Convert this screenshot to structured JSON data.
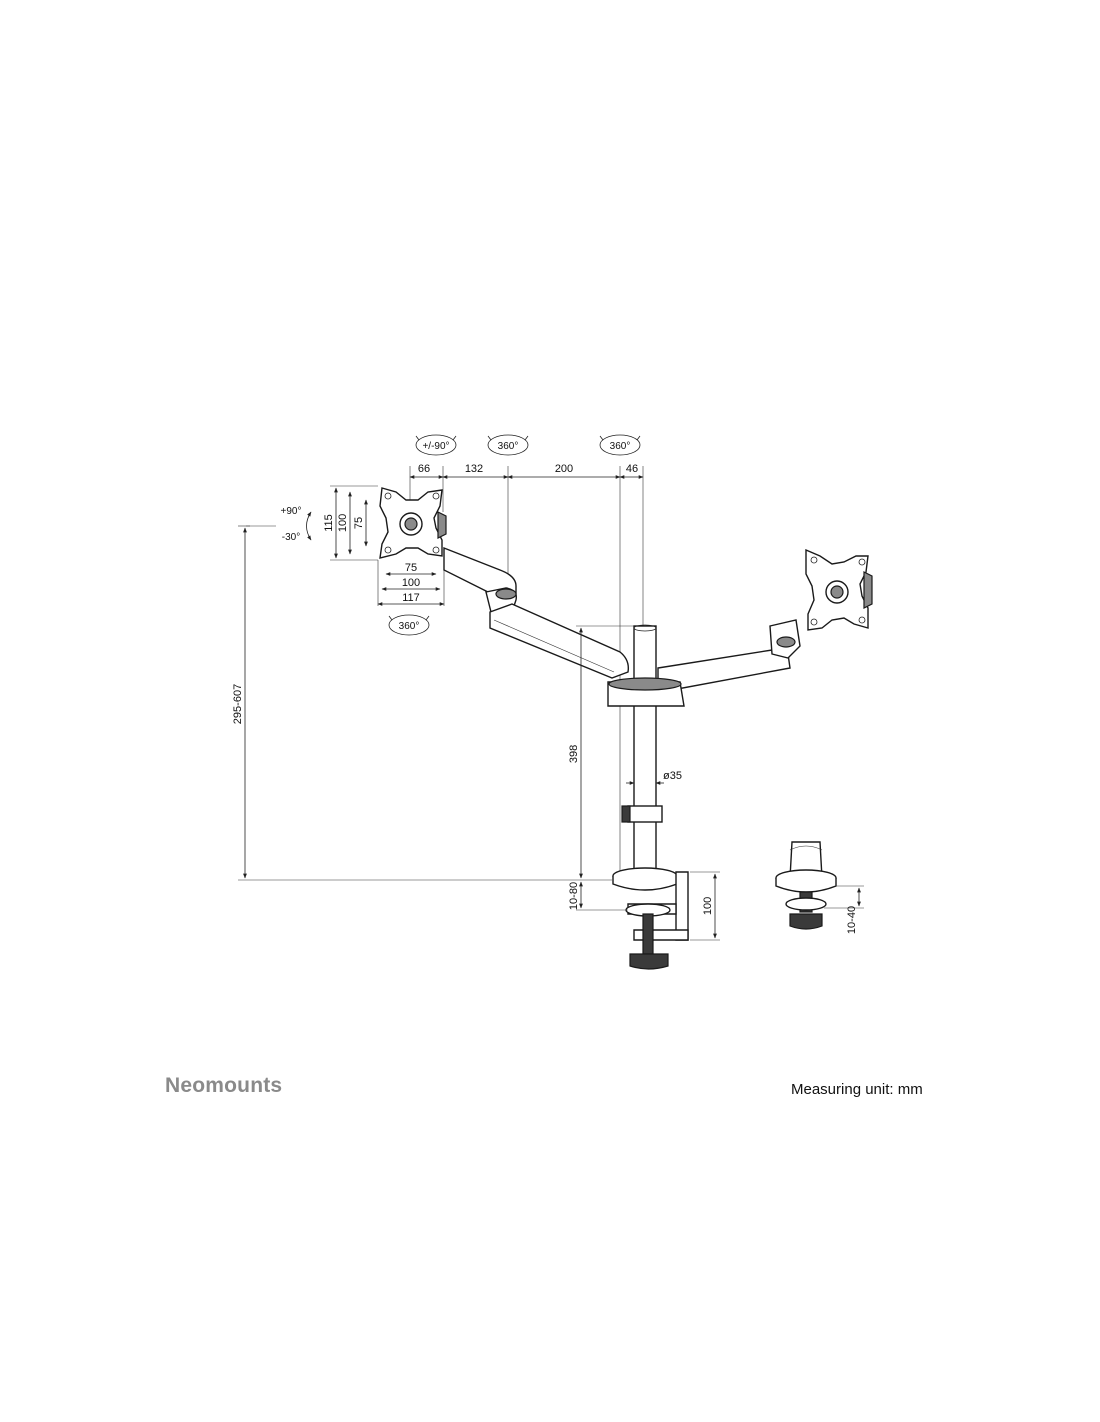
{
  "diagram": {
    "rotation_labels": {
      "tilt_arrow": "+/-90°",
      "swivel_arm": "360°",
      "swivel_pole": "360°",
      "rotate_plate": "360°"
    },
    "tilt_labels": {
      "up": "+90°",
      "down": "-30°"
    },
    "top_dimensions": [
      "66",
      "132",
      "200",
      "46"
    ],
    "vesa_vertical": [
      "115",
      "100",
      "75"
    ],
    "vesa_horizontal": [
      "75",
      "100",
      "117"
    ],
    "height_range": "295-607",
    "pole_height": "398",
    "pole_diameter": "ø35",
    "clamp_range": "10-80",
    "clamp_height": "100",
    "grommet_range": "10-40"
  },
  "footer": {
    "brand": "Neomounts",
    "unit_note": "Measuring unit: mm"
  }
}
